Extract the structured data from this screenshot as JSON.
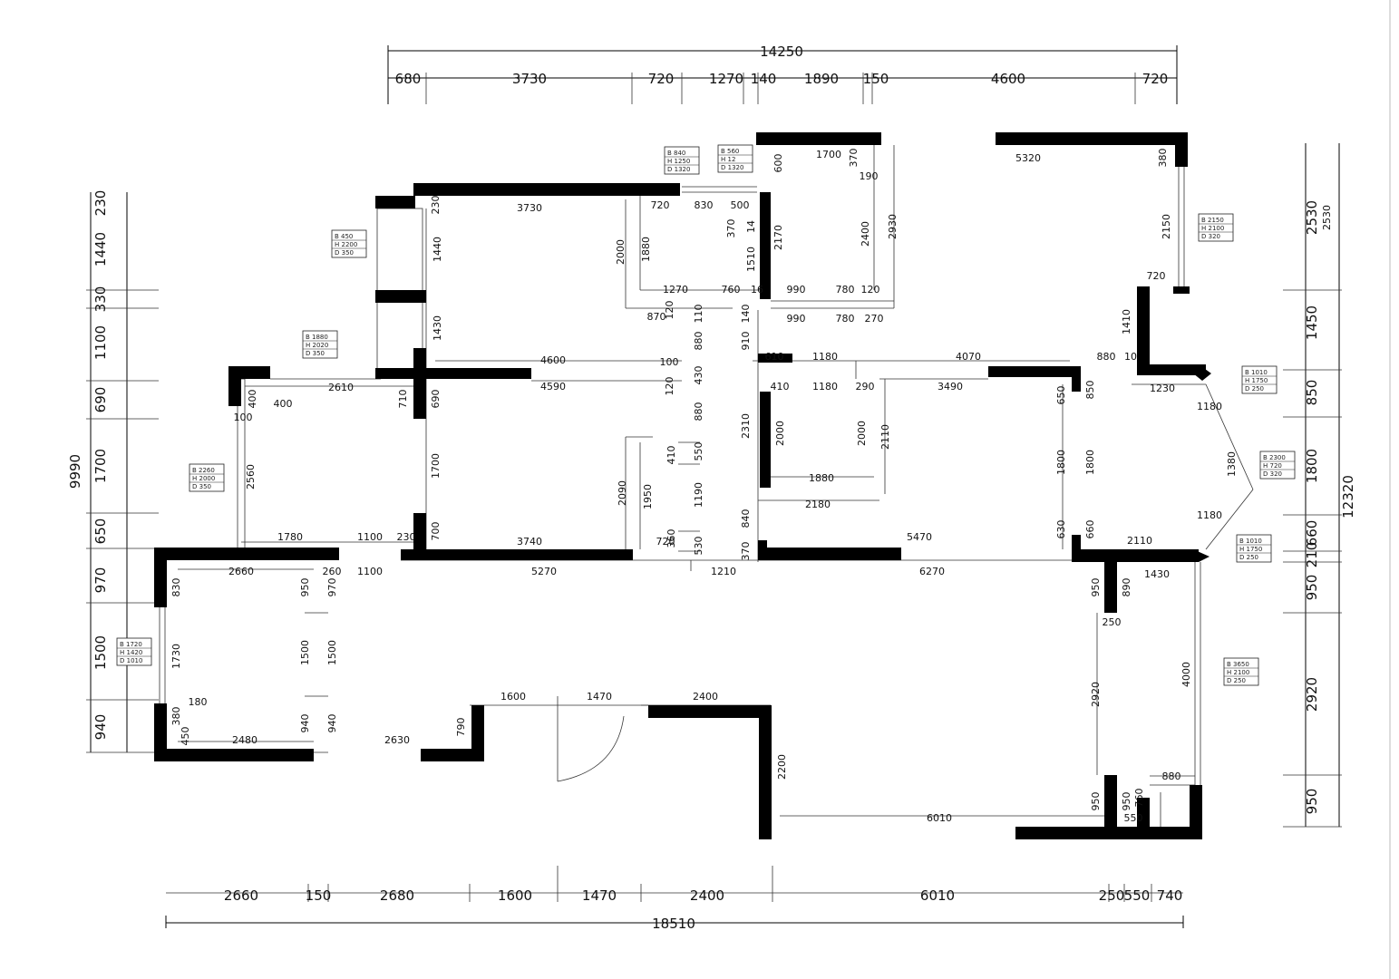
{
  "colors": {
    "wall": "#000000",
    "line": "#000000",
    "background": "#ffffff"
  },
  "top_dims": {
    "overall": "14250",
    "segments": [
      "680",
      "3730",
      "720",
      "1270",
      "140",
      "1890",
      "150",
      "4600",
      "720"
    ]
  },
  "bottom_dims": {
    "overall": "18510",
    "segments": [
      "2660",
      "150",
      "2680",
      "1600",
      "1470",
      "2400",
      "6010",
      "250",
      "550",
      "740"
    ]
  },
  "left_dims": {
    "overall": "9990",
    "segments": [
      "230",
      "1440",
      "330",
      "1100",
      "690",
      "1700",
      "650",
      "970",
      "1500",
      "940"
    ]
  },
  "right_dims": {
    "overall": "12320",
    "segments": [
      "2530",
      "1450",
      "850",
      "1800",
      "660",
      "210",
      "950",
      "2920",
      "950"
    ]
  },
  "room_labels": [
    "1700",
    "370",
    "190",
    "5320",
    "380",
    "2150",
    "720",
    "1410",
    "1230",
    "1180",
    "1380",
    "1180",
    "2530",
    "600",
    "2170",
    "2400",
    "2930",
    "990",
    "780",
    "120",
    "270",
    "990",
    "780",
    "3730",
    "230",
    "720",
    "830",
    "500",
    "370",
    "14",
    "1510",
    "2000",
    "1880",
    "1270",
    "760",
    "16",
    "870",
    "120",
    "110",
    "140",
    "910",
    "880",
    "1440",
    "1430",
    "4600",
    "100",
    "430",
    "120",
    "880",
    "4590",
    "710",
    "690",
    "610",
    "1180",
    "4070",
    "880",
    "10",
    "410",
    "1180",
    "290",
    "3490",
    "650",
    "850",
    "2310",
    "2000",
    "2000",
    "2110",
    "1800",
    "1800",
    "1880",
    "2180",
    "840",
    "370",
    "5470",
    "630",
    "660",
    "2110",
    "2610",
    "400",
    "400",
    "100",
    "2560",
    "1780",
    "1100",
    "230",
    "700",
    "3740",
    "720",
    "360",
    "530",
    "1700",
    "2090",
    "1950",
    "410",
    "550",
    "1190",
    "2660",
    "260",
    "1100",
    "5270",
    "1210",
    "6270",
    "1430",
    "950",
    "890",
    "250",
    "830",
    "950",
    "970",
    "1730",
    "1500",
    "1500",
    "380",
    "180",
    "450",
    "2480",
    "940",
    "940",
    "2630",
    "790",
    "1600",
    "1470",
    "2400",
    "2200",
    "6010",
    "2920",
    "4000",
    "880",
    "950",
    "950",
    "760",
    "550"
  ],
  "tags": [
    [
      "B 840",
      "H 1250",
      "D 1320"
    ],
    [
      "B 560",
      "H 12",
      "D 1320"
    ],
    [
      "B 450",
      "H 2200",
      "D 350"
    ],
    [
      "B 1880",
      "H 2020",
      "D 350"
    ],
    [
      "B 2260",
      "H 2000",
      "D 350"
    ],
    [
      "B 1720",
      "H 1420",
      "D 1010"
    ],
    [
      "B 2150",
      "H 2100",
      "D 320"
    ],
    [
      "B 1010",
      "H 1750",
      "D 250"
    ],
    [
      "B 2300",
      "H 720",
      "D 320"
    ],
    [
      "B 1010",
      "H 1750",
      "D 250"
    ],
    [
      "B 3650",
      "H 2100",
      "D 250"
    ]
  ]
}
